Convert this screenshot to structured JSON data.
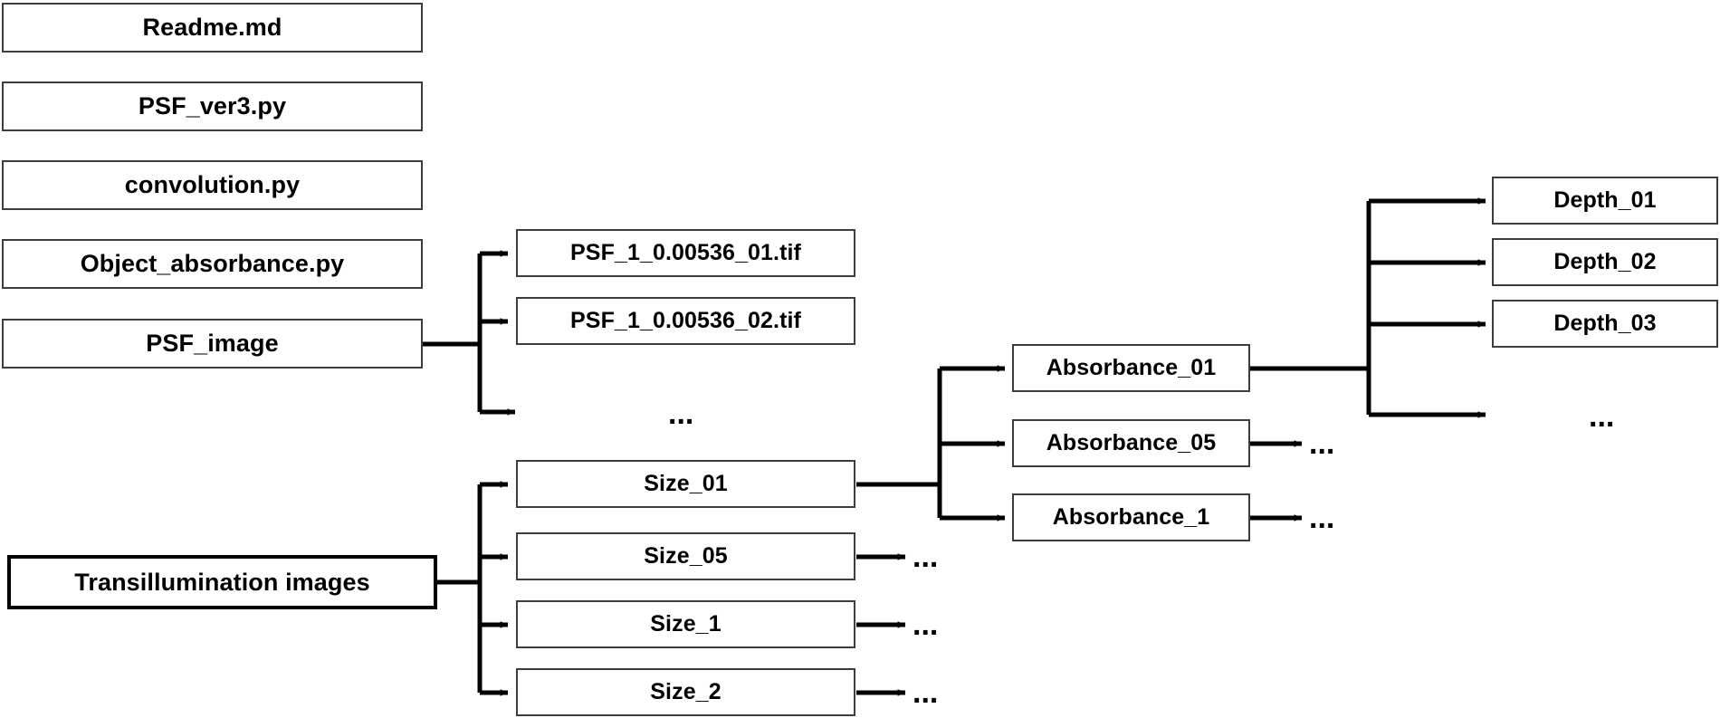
{
  "diagram": {
    "title": "Project folder structure flow diagram",
    "colors": {
      "box_border": "#3d3d3d",
      "box_border_strong": "#000000",
      "background": "#ffffff",
      "text": "#000000",
      "connector": "#000000"
    },
    "root_files": [
      {
        "id": "readme",
        "label": "Readme.md"
      },
      {
        "id": "psf_ver3",
        "label": "PSF_ver3.py"
      },
      {
        "id": "convolution",
        "label": "convolution.py"
      },
      {
        "id": "object_absorbance",
        "label": "Object_absorbance.py"
      },
      {
        "id": "psf_image",
        "label": "PSF_image"
      },
      {
        "id": "transillumination",
        "label": "Transillumination images"
      }
    ],
    "psf_outputs": [
      {
        "id": "psf_tif_01",
        "label": "PSF_1_0.00536_01.tif"
      },
      {
        "id": "psf_tif_02",
        "label": "PSF_1_0.00536_02.tif"
      }
    ],
    "psf_more": "...",
    "sizes": [
      {
        "id": "size_01",
        "label": "Size_01",
        "more": ""
      },
      {
        "id": "size_05",
        "label": "Size_05",
        "more": "..."
      },
      {
        "id": "size_1",
        "label": "Size_1",
        "more": "..."
      },
      {
        "id": "size_2",
        "label": "Size_2",
        "more": "..."
      }
    ],
    "absorbances": [
      {
        "id": "absorbance_01",
        "label": "Absorbance_01",
        "more": ""
      },
      {
        "id": "absorbance_05",
        "label": "Absorbance_05",
        "more": "..."
      },
      {
        "id": "absorbance_1",
        "label": "Absorbance_1",
        "more": "..."
      }
    ],
    "depths": [
      {
        "id": "depth_01",
        "label": "Depth_01"
      },
      {
        "id": "depth_02",
        "label": "Depth_02"
      },
      {
        "id": "depth_03",
        "label": "Depth_03"
      }
    ],
    "depth_more": "..."
  }
}
